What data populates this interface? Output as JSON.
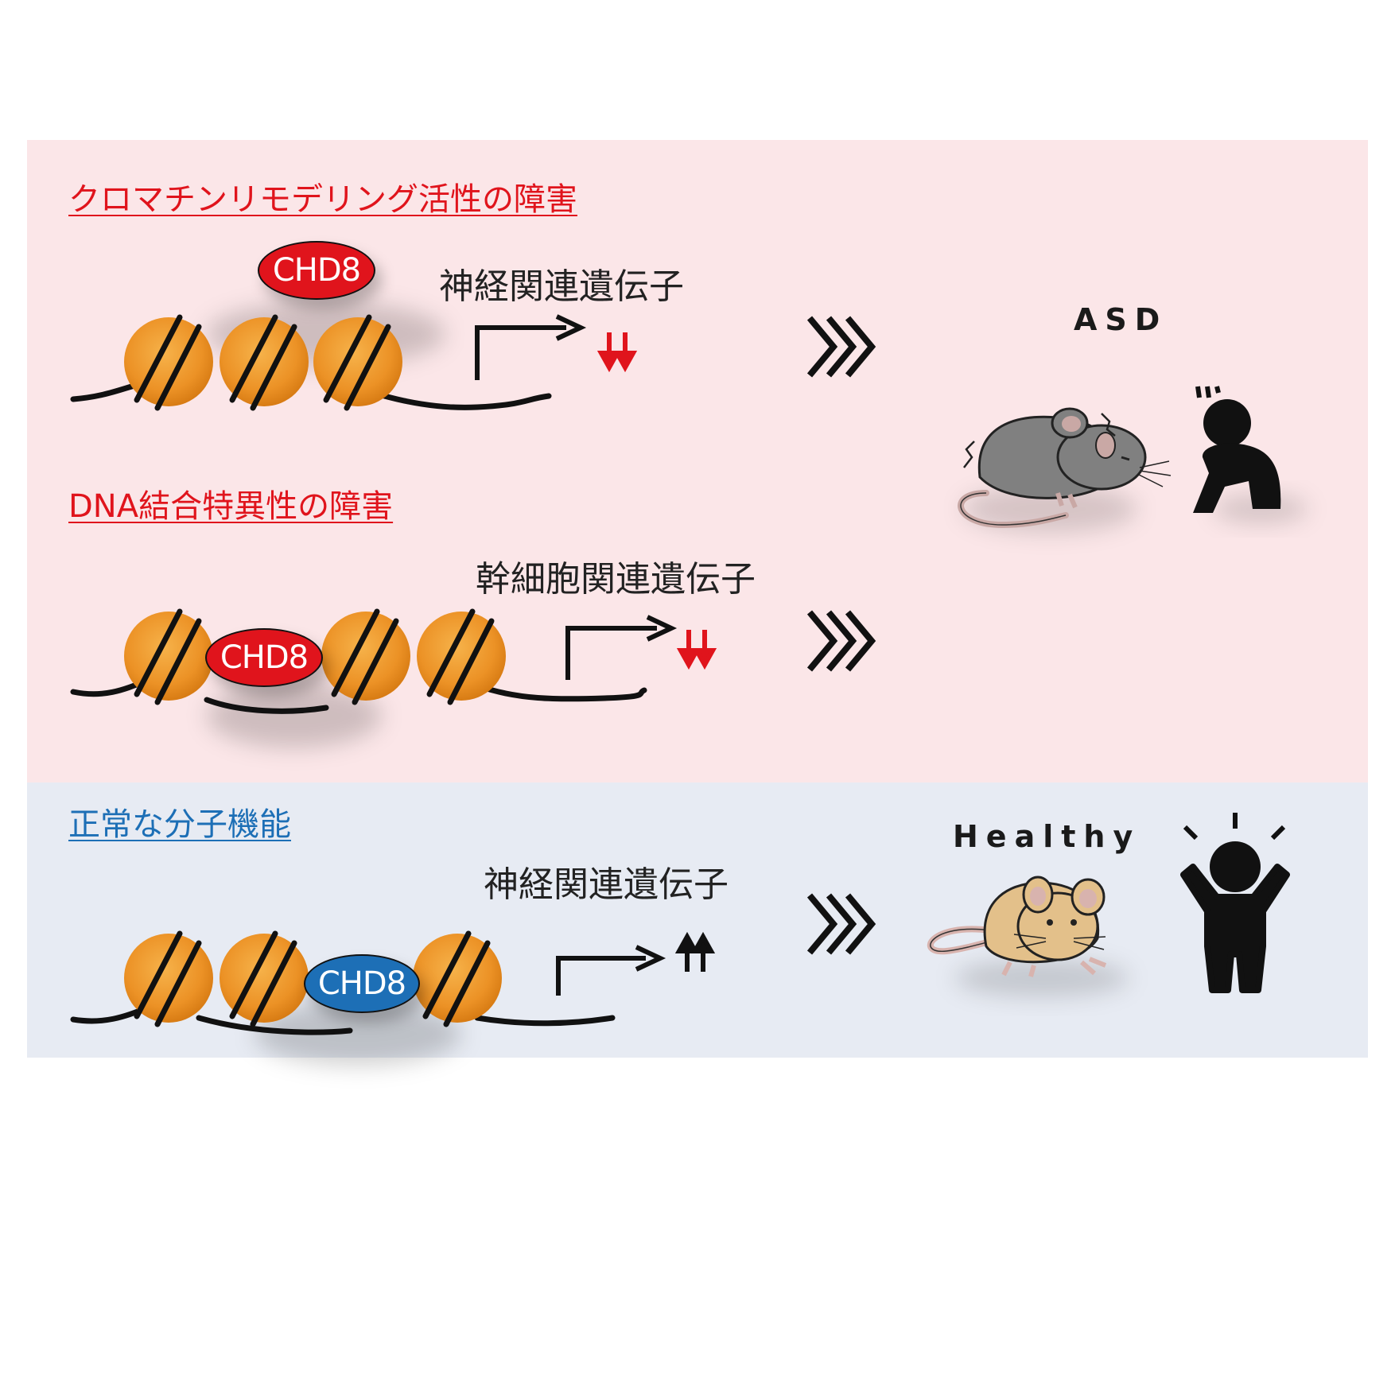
{
  "colors": {
    "impaired_bg": "#fbe6e8",
    "normal_bg": "#e7ebf3",
    "impaired_text": "#e0141c",
    "normal_text": "#1d6fb6",
    "nucleosome": "#f0a23a",
    "chd8_red": "#e0141c",
    "chd8_blue": "#1d6fb6"
  },
  "panels": {
    "chromatin": {
      "heading": "クロマチンリモデリング活性の障害",
      "gene": "神経関連遺伝子",
      "protein": "CHD8",
      "expression": "down"
    },
    "dna_binding": {
      "heading": "DNA結合特異性の障害",
      "gene": "幹細胞関連遺伝子",
      "protein": "CHD8",
      "expression": "down"
    },
    "normal": {
      "heading": "正常な分子機能",
      "gene": "神経関連遺伝子",
      "protein": "CHD8",
      "expression": "up"
    }
  },
  "outcomes": {
    "asd": {
      "label": "ASD",
      "mouse_icon": "distressed-gray-mouse-icon",
      "person_icon": "crouching-person-icon"
    },
    "healthy": {
      "label": "Healthy",
      "mouse_icon": "healthy-tan-mouse-icon",
      "person_icon": "cheering-person-icon"
    }
  },
  "icons": {
    "arrow": "triple-chevron-right-icon",
    "tss": "transcription-start-arrow-icon",
    "nucleosome": "nucleosome-icon"
  }
}
